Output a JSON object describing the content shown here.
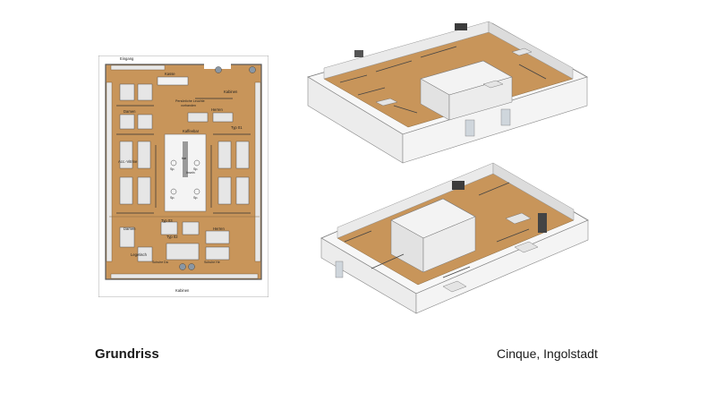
{
  "captions": {
    "left": "Grundriss",
    "right": "Cinque, Ingolstadt"
  },
  "floorplan": {
    "entrance": "Eingang",
    "labels": {
      "kasse": "Kasse",
      "kabinen_top": "Kabinen",
      "kabinen_bottom": "Kabinen",
      "persoenliche": "Persönliche Leuchte",
      "vorhanden": "vorhanden",
      "damen_top": "Damen",
      "herren_top": "Herren",
      "typ01": "Typ 01",
      "kaffeebar": "Kaffeebar",
      "acc_vitrine": "Acc.-Vitrine",
      "bar": "bar",
      "insel": "Inseln",
      "sp1": "Sp.",
      "sp2": "Sp.",
      "sp3": "Sp.",
      "sp4": "Sp.",
      "typ03": "Typ 03",
      "damen_bottom": "Damen",
      "herren_bottom": "Herren",
      "typ02": "Typ 02",
      "legetisch": "Legetisch",
      "schuhe_left": "Schuhe Da",
      "schuhe_right": "Schuhe He"
    }
  },
  "colors": {
    "wood": "#c8955a",
    "wood_dark": "#b07c44",
    "wall": "#ffffff",
    "wall_edge": "#8a8a8a",
    "fixture": "#efefef",
    "plan_bg": "#d9d9d9"
  }
}
